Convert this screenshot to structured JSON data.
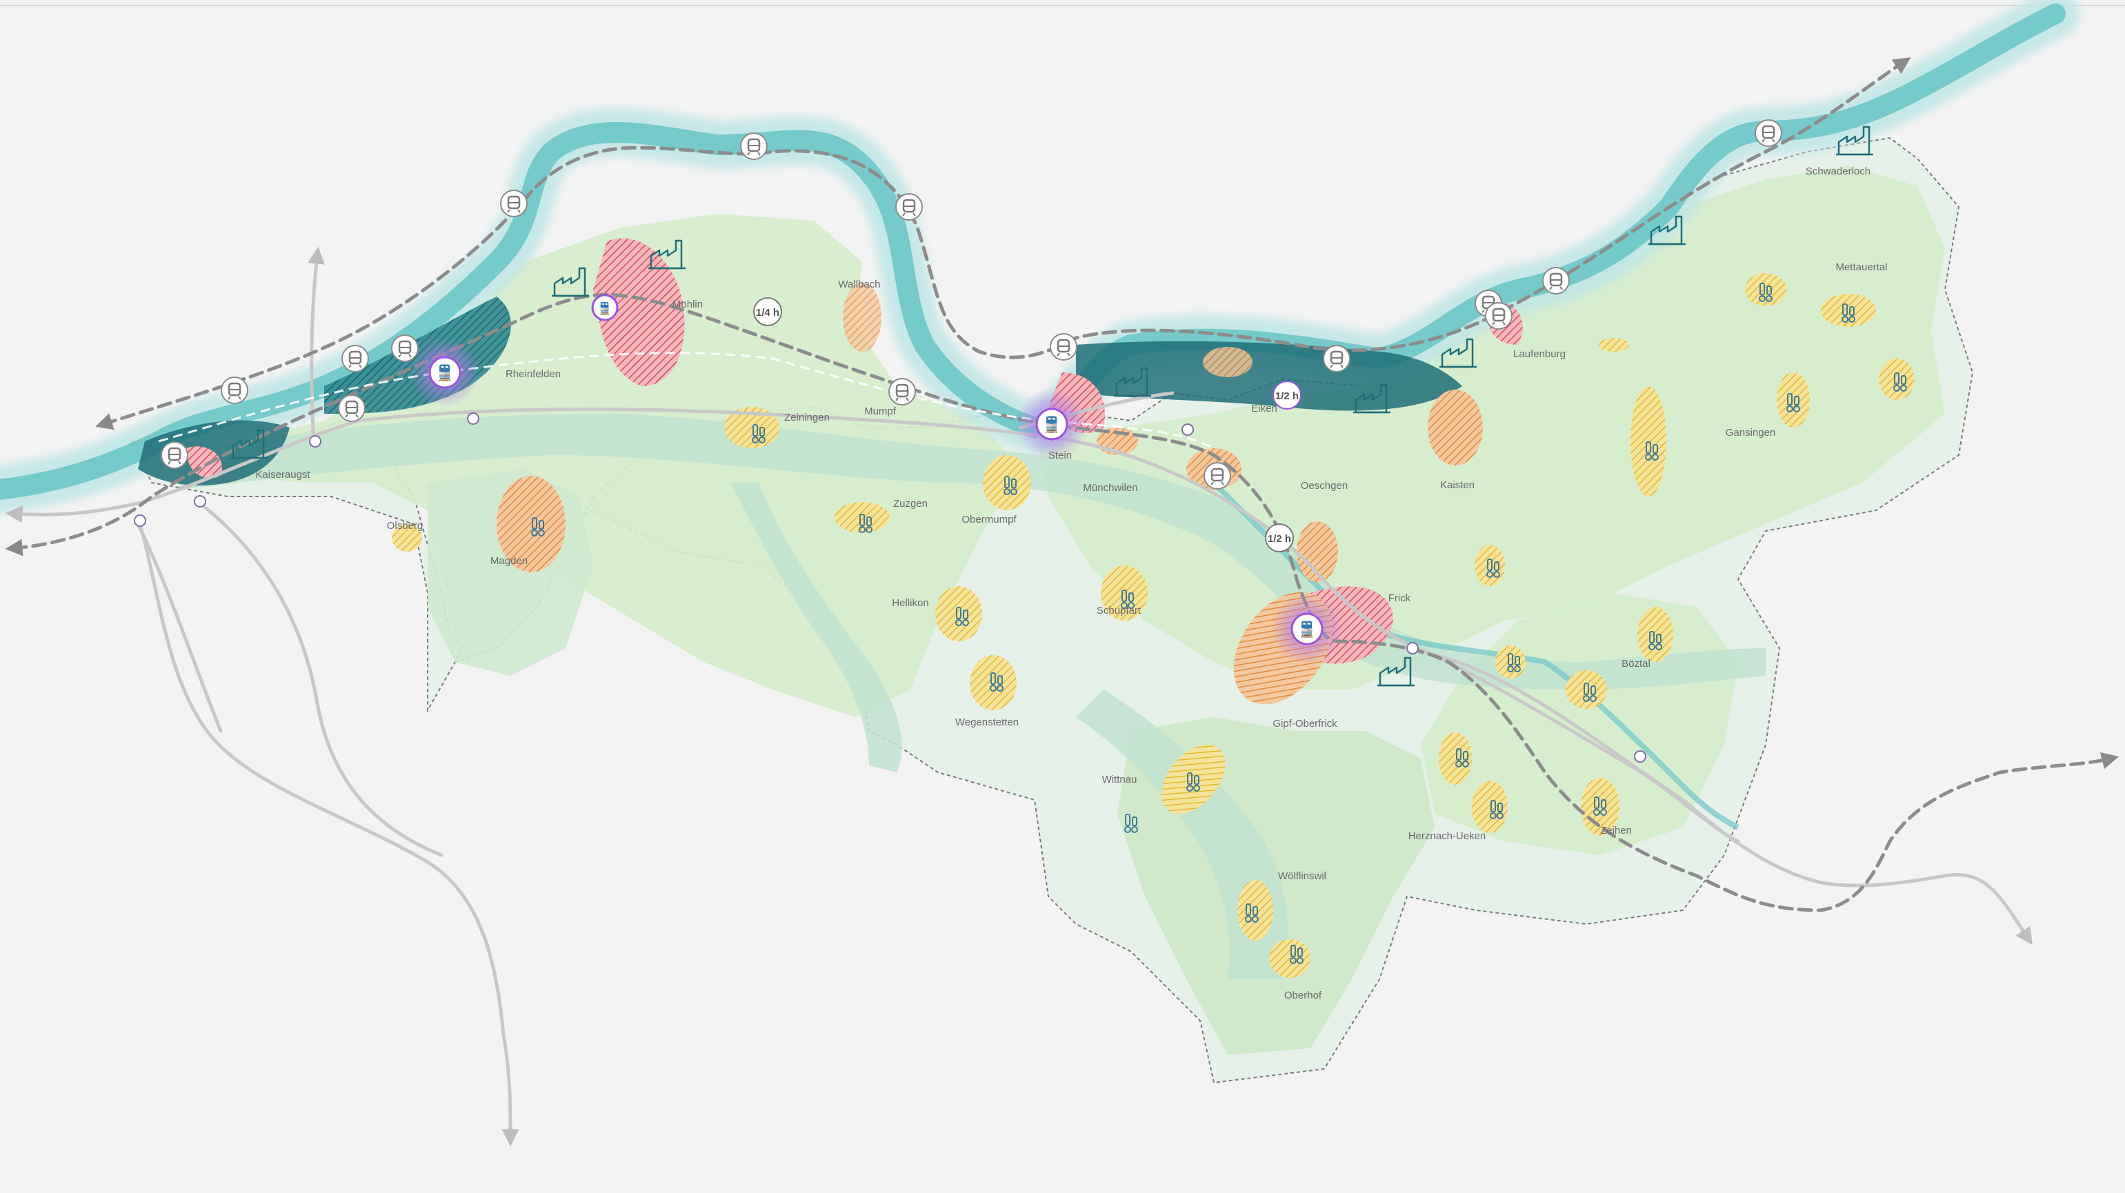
{
  "map": {
    "colors": {
      "background": "#f3f3f3",
      "region_outer": "#e8f2ec",
      "region_green": "#d9efcf",
      "corridor_teal": "#b9e0cc",
      "river": "#6cc6c8",
      "river_glow": "#bfe6e6",
      "industrial_dark": "#1f6f78",
      "residential_red": "#d9485a",
      "orange_zone": "#e28a3a",
      "yellow_zone": "#e8c43a",
      "hub_purple": "#9a55e0",
      "rail_dashed": "#8a8a8a",
      "road_grey": "#c6c6c6",
      "station_icon": "#888888"
    },
    "places": [
      "Kaiseraugst",
      "Olsberg",
      "Magden",
      "Rheinfelden",
      "Möhlin",
      "Wallbach",
      "Zeiningen",
      "Mumpf",
      "Zuzgen",
      "Obermumpf",
      "Hellikon",
      "Wegenstetten",
      "Stein",
      "Münchwilen",
      "Schupfart",
      "Eiken",
      "Oeschgen",
      "Kaisten",
      "Laufenburg",
      "Frick",
      "Gipf-Oberfrick",
      "Wittnau",
      "Wölflinswil",
      "Oberhof",
      "Herznach-Ueken",
      "Zeihen",
      "Böztal",
      "Gansingen",
      "Mettauertal",
      "Schwaderloch"
    ],
    "frequency_labels": [
      "1/4 h",
      "1/2 h",
      "1/2 h"
    ],
    "icons": {
      "station": "train-station-icon",
      "hub": "train-hub-icon",
      "factory": "factory-icon",
      "agriculture": "tractor-icon"
    }
  }
}
